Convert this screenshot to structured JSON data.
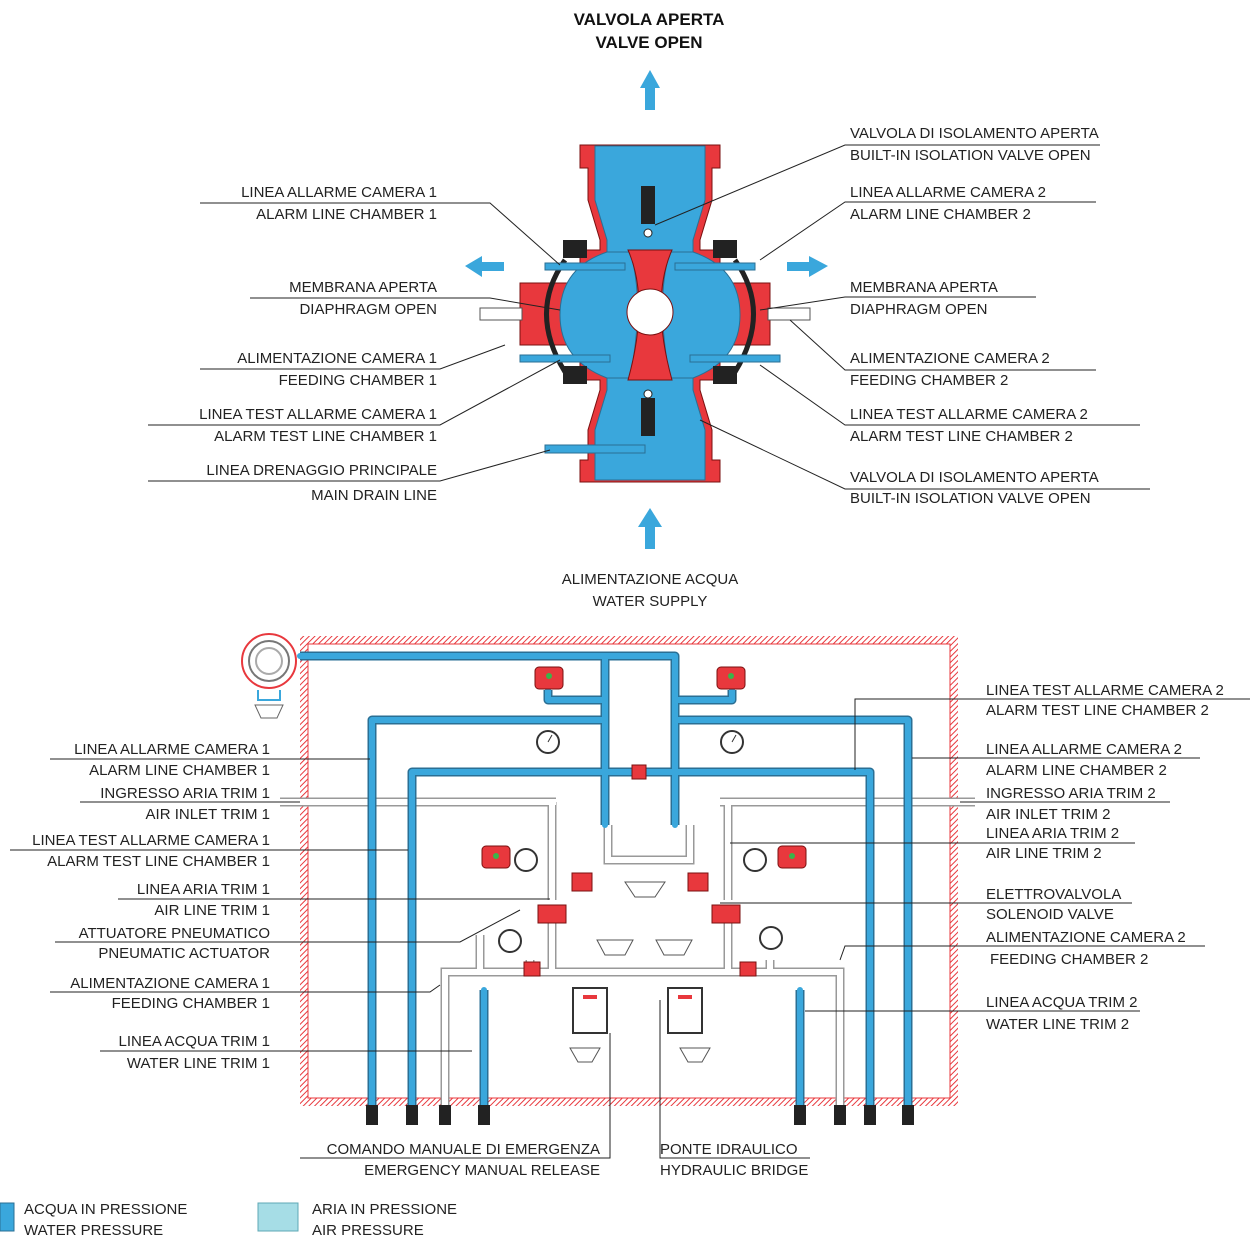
{
  "title": {
    "line1": "VALVOLA APERTA",
    "line2": "VALVE OPEN"
  },
  "supply": {
    "line1": "ALIMENTAZIONE ACQUA",
    "line2": "WATER SUPPLY"
  },
  "valve_labels": {
    "left": [
      {
        "it": "LINEA ALLARME CAMERA 1",
        "en": "ALARM LINE CHAMBER 1"
      },
      {
        "it": "MEMBRANA APERTA",
        "en": "DIAPHRAGM OPEN"
      },
      {
        "it": "ALIMENTAZIONE CAMERA 1",
        "en": "FEEDING CHAMBER 1"
      },
      {
        "it": "LINEA TEST ALLARME CAMERA 1",
        "en": "ALARM TEST LINE CHAMBER 1"
      },
      {
        "it": "LINEA DRENAGGIO PRINCIPALE",
        "en": "MAIN DRAIN LINE"
      }
    ],
    "right": [
      {
        "it": "VALVOLA DI ISOLAMENTO APERTA",
        "en": "BUILT-IN ISOLATION VALVE OPEN"
      },
      {
        "it": "LINEA ALLARME CAMERA 2",
        "en": "ALARM LINE CHAMBER 2"
      },
      {
        "it": "MEMBRANA APERTA",
        "en": "DIAPHRAGM OPEN"
      },
      {
        "it": "ALIMENTAZIONE CAMERA 2",
        "en": "FEEDING CHAMBER 2"
      },
      {
        "it": "LINEA TEST ALLARME CAMERA 2",
        "en": "ALARM TEST LINE CHAMBER 2"
      },
      {
        "it": "VALVOLA DI ISOLAMENTO APERTA",
        "en": "BUILT-IN ISOLATION VALVE OPEN"
      }
    ]
  },
  "trim_labels": {
    "left": [
      {
        "it": "LINEA ALLARME CAMERA 1",
        "en": "ALARM LINE CHAMBER 1"
      },
      {
        "it": "INGRESSO ARIA TRIM 1",
        "en": "AIR INLET TRIM 1"
      },
      {
        "it": "LINEA TEST ALLARME CAMERA 1",
        "en": "ALARM TEST LINE CHAMBER 1"
      },
      {
        "it": "LINEA ARIA TRIM 1",
        "en": "AIR LINE TRIM 1"
      },
      {
        "it": "ATTUATORE PNEUMATICO",
        "en": "PNEUMATIC ACTUATOR"
      },
      {
        "it": "ALIMENTAZIONE CAMERA 1",
        "en": "FEEDING CHAMBER 1"
      },
      {
        "it": "LINEA ACQUA TRIM 1",
        "en": "WATER LINE TRIM 1"
      }
    ],
    "right": [
      {
        "it": "LINEA TEST ALLARME CAMERA 2",
        "en": "ALARM TEST LINE CHAMBER 2"
      },
      {
        "it": "LINEA ALLARME CAMERA 2",
        "en": "ALARM LINE CHAMBER 2"
      },
      {
        "it": "INGRESSO ARIA TRIM 2",
        "en": "AIR INLET TRIM 2"
      },
      {
        "it": "LINEA ARIA TRIM 2",
        "en": "AIR LINE TRIM 2"
      },
      {
        "it": "ELETTROVALVOLA",
        "en": "SOLENOID VALVE"
      },
      {
        "it": "ALIMENTAZIONE CAMERA 2",
        "en": "FEEDING CHAMBER 2"
      },
      {
        "it": "LINEA ACQUA TRIM 2",
        "en": "WATER LINE TRIM 2"
      }
    ],
    "bottom": [
      {
        "it": "COMANDO MANUALE DI EMERGENZA",
        "en": "EMERGENCY MANUAL RELEASE"
      },
      {
        "it": "PONTE IDRAULICO",
        "en": "HYDRAULIC BRIDGE"
      }
    ]
  },
  "legend": [
    {
      "it": "ACQUA IN PRESSIONE",
      "en": "WATER PRESSURE",
      "color": "#3aa7dc"
    },
    {
      "it": "ARIA IN PRESSIONE",
      "en": "AIR PRESSURE",
      "color": "#a6dde6"
    }
  ],
  "colors": {
    "water": "#3aa7dc",
    "air": "#a6dde6",
    "body": "#e8383d",
    "frame": "#e8383d"
  }
}
